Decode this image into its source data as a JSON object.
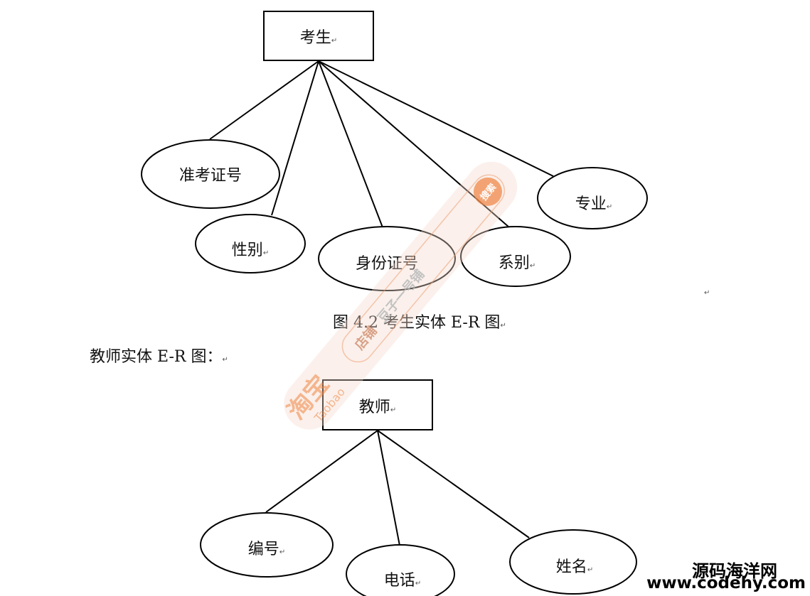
{
  "para_mark": "↵",
  "diagram1": {
    "entity": "考生",
    "attributes": [
      "准考证号",
      "性别",
      "身份证号",
      "系别",
      "专业"
    ]
  },
  "caption1": "图 4.2  考生实体 E-R 图",
  "section_heading": "教师实体 E-R 图：",
  "diagram2": {
    "entity": "教师",
    "attributes": [
      "编号",
      "电话",
      "姓名"
    ]
  },
  "watermark": {
    "logo": "淘宝",
    "logo_latin": "Taobao",
    "shop_label": "店铺",
    "shop_name": "豆子一号铺",
    "search_badge": "搜索",
    "color": "#f08a4b"
  },
  "site_watermark": {
    "name": "源码海洋网",
    "url": "www.codehy.com"
  }
}
